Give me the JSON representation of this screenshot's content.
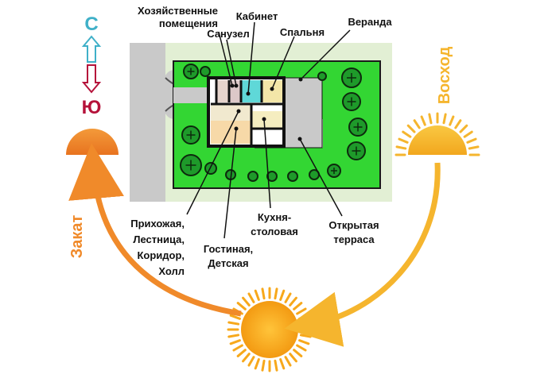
{
  "compass": {
    "north": "С",
    "south": "Ю"
  },
  "sun": {
    "sunset": "Закат",
    "sunrise": "Восход"
  },
  "rooms": {
    "utility": [
      "Хозяйственные",
      "помещения"
    ],
    "bathroom": "Санузел",
    "study": "Кабинет",
    "bedroom": "Спальня",
    "veranda": "Веранда",
    "hallway": [
      "Прихожая,",
      "Лестница,",
      "Коридор,",
      "Холл"
    ],
    "living": [
      "Гостиная,",
      "Детская"
    ],
    "kitchen": [
      "Кухня-",
      "столовая"
    ],
    "terrace": [
      "Открытая",
      "терраса"
    ]
  },
  "colors": {
    "north": "#3fb0c8",
    "south": "#b5123a",
    "sunset": "#f08a2a",
    "sunrise": "#f5b52e",
    "sun": "#f7a81b",
    "grass": "#33d633",
    "road": "#c9c9c9",
    "site": "#e3f0d6"
  }
}
